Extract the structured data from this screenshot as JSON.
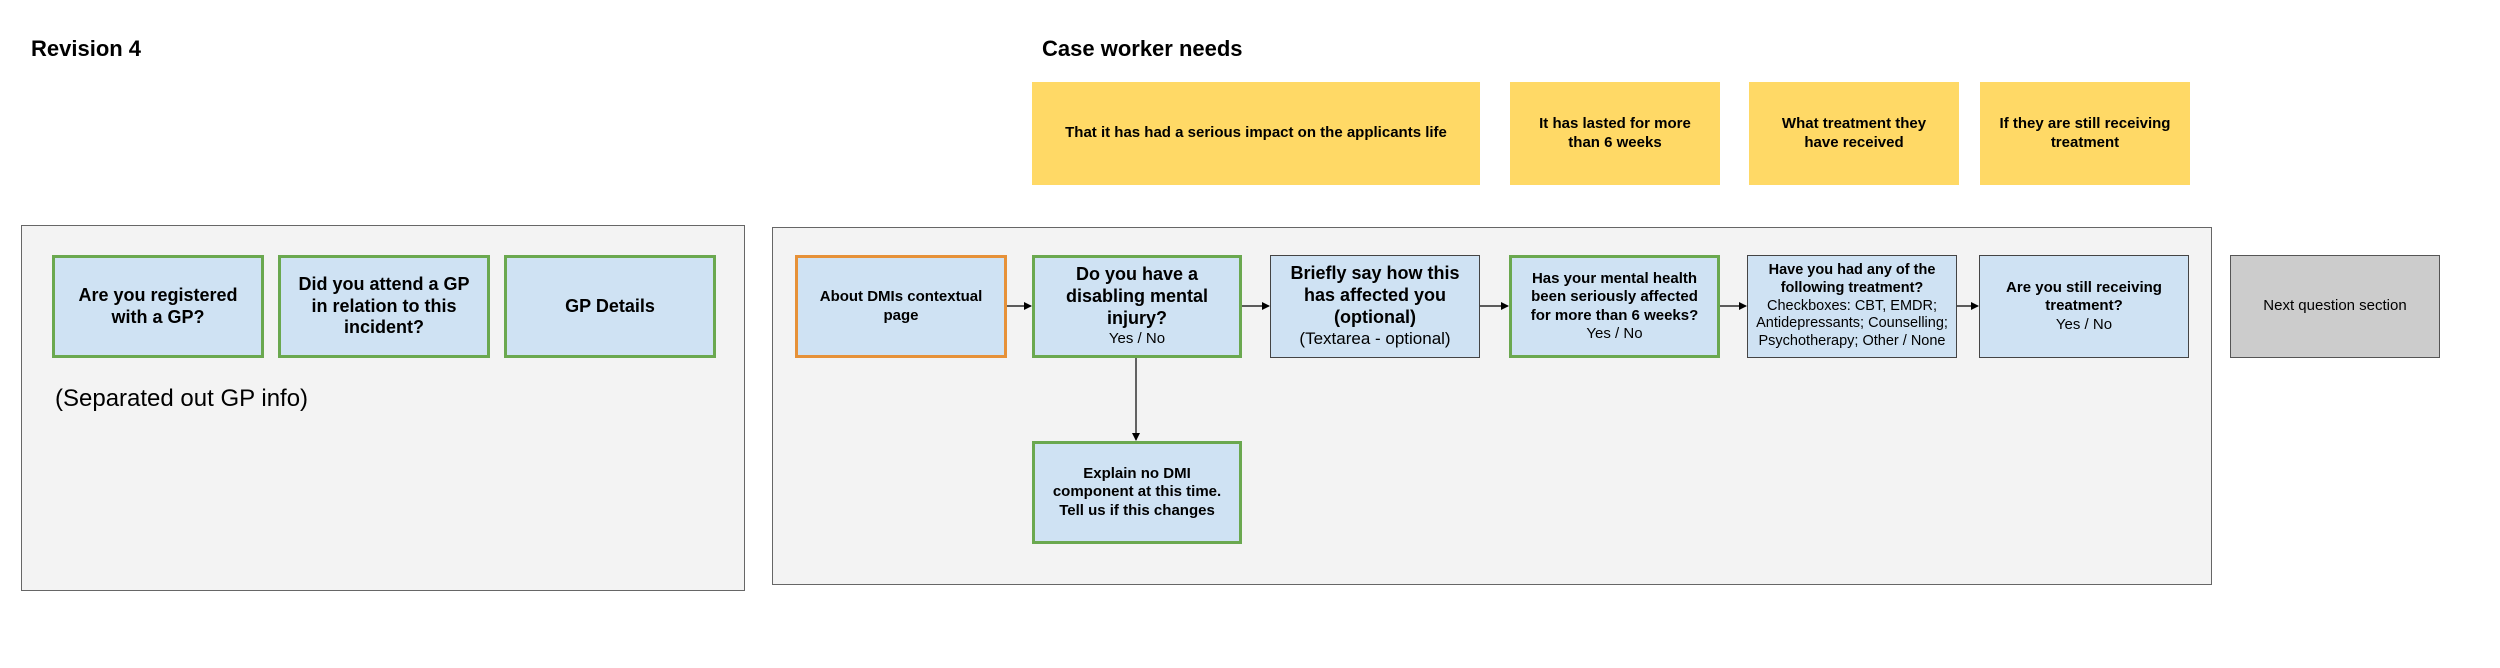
{
  "headings": {
    "revision": "Revision 4",
    "case_worker": "Case worker needs"
  },
  "needs": [
    "That it has had a serious impact on the applicants life",
    "It has lasted for more than 6 weeks",
    "What treatment they have received",
    "If they are still receiving treatment"
  ],
  "gp_section": {
    "registered": "Are you registered with a GP?",
    "attended": "Did you attend a GP in relation to this incident?",
    "details": "GP Details",
    "note": "(Separated out GP info)"
  },
  "flow": {
    "about": "About DMIs contextual page",
    "disabling": {
      "title": "Do you have a disabling mental injury?",
      "options": "Yes / No"
    },
    "briefly": {
      "title": "Briefly say how this has affected you (optional)",
      "sub": "(Textarea - optional)"
    },
    "lasted": {
      "title": "Has your mental health been seriously affected for more than 6 weeks?",
      "options": "Yes / No"
    },
    "treatment": {
      "title": "Have you had any of the following treatment?",
      "sub": "Checkboxes: CBT, EMDR; Antidepressants; Counselling; Psychotherapy; Other / None"
    },
    "still": {
      "title": "Are you still receiving treatment?",
      "options": "Yes / No"
    },
    "explain": "Explain no DMI component at this time. Tell us if this changes"
  },
  "next_section": "Next question section",
  "colors": {
    "sticky": "#ffd966",
    "card": "#cfe2f3",
    "green_border": "#6aa84f",
    "orange_border": "#e69138",
    "container": "#f3f3f3",
    "next_section": "#cccccc"
  }
}
